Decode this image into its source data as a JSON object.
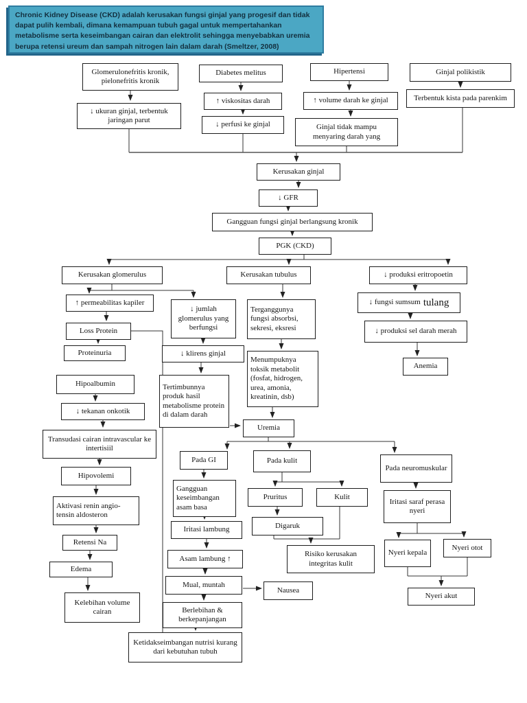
{
  "header": {
    "text": "Chronic Kidney Disease (CKD) adalah kerusakan fungsi ginjal yang progesif dan tidak dapat pulih kembali, dimana kemampuan tubuh gagal untuk mempertahankan metabolisme serta keseimbangan cairan dan elektrolit sehingga menyebabkan uremia berupa retensi ureum dan sampah nitrogen lain dalam darah (Smeltzer, 2008)"
  },
  "colors": {
    "callout_bg": "#4BA7C4",
    "callout_border": "#2E7CA0",
    "box_border": "#1B1B1B",
    "line": "#333333"
  },
  "nodes": {
    "glomerulonefritis": "Glomerulonefritis kronik, pielonefritis kronik",
    "ukuran_ginjal": "↓ ukuran ginjal, terbentuk jaringan parut",
    "diabetes": "Diabetes melitus",
    "viskositas": "↑ viskositas darah",
    "perfusi": "↓ perfusi ke ginjal",
    "hipertensi": "Hipertensi",
    "volume_darah": "↑ volume darah ke ginjal",
    "tidak_mampu": "Ginjal tidak mampu\nmenyaring darah yang",
    "polikistik": "Ginjal polikistik",
    "kista": "Terbentuk kista pada parenkim",
    "kerusakan_ginjal": "Kerusakan ginjal",
    "gfr": "↓ GFR",
    "gangguan_fungsi": "Gangguan fungsi ginjal berlangsung kronik",
    "pgk": "PGK (CKD)",
    "glomerulus": "Kerusakan glomerulus",
    "tubulus": "Kerusakan tubulus",
    "eritropoetin": "↓ produksi eritropoetin",
    "permeabilitas": "↑ permeabilitas kapiler",
    "jumlah_glomerulus": "↓ jumlah glomerulus yang berfungsi",
    "loss_protein": "Loss Protein",
    "klirens": "↓ klirens ginjal",
    "proteinuria": "Proteinuria",
    "hipoalbumin": "Hipoalbumin",
    "tekanan_onkotik": "↓ tekanan onkotik",
    "transudasi": "Transudasi cairan intravascular ke intertisiil",
    "hipovolemi": "Hipovolemi",
    "aktivasi_renin": "Aktivasi renin angio-\ntensin aldosteron",
    "retensi_na": "Retensi Na",
    "edema": "Edema",
    "kelebihan": "Kelebihan volume cairan",
    "terganggunya": "Terganggunya fungsi absorbsi, sekresi, eksresi",
    "menumpuknya": "Menumpuknya toksik metabolit (fosfat, hidrogen, urea, amonia, kreatinin, dsb)",
    "tertimbunnya": "Tertimbunnya produk hasil metabolisme protein di dalam darah",
    "uremia": "Uremia",
    "fungsi_sumsum_1": "↓ fungsi sumsum",
    "fungsi_sumsum_2": "tulang",
    "sel_darah": "↓ produksi sel darah merah",
    "anemia": "Anemia",
    "pada_gi": "Pada GI",
    "pada_kulit": "Pada kulit",
    "pada_neuro": "Pada neuromuskular",
    "asam_basa": "Gangguan keseimbangan asam basa",
    "iritasi_lambung": "Iritasi lambung",
    "asam_lambung": "Asam lambung ↑",
    "mual": "Mual, muntah",
    "nausea": "Nausea",
    "berlebihan": "Berlebihan & berkepanjangan",
    "ketidakseimbangan": "Ketidakseimbangan nutrisi kurang dari kebutuhan tubuh",
    "pruritus": "Pruritus",
    "kulit": "Kulit",
    "digaruk": "Digaruk",
    "risiko_kulit": "Risiko kerusakan integritas kulit",
    "iritasi_saraf": "Iritasi saraf perasa nyeri",
    "nyeri_kepala": "Nyeri kepala",
    "nyeri_otot": "Nyeri otot",
    "nyeri_akut": "Nyeri akut"
  }
}
